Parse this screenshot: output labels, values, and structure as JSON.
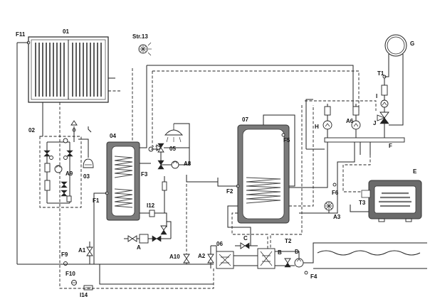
{
  "labels": {
    "f11": "F11",
    "c01": "01",
    "str13": "Str.13",
    "g": "G",
    "t1": "T1",
    "i": "I",
    "c02": "02",
    "a9": "A9",
    "c03": "03",
    "c04": "04",
    "c05": "05",
    "f3": "F3",
    "a8": "A8",
    "c07": "07",
    "f5": "F5",
    "h": "H",
    "a6": "A6",
    "j": "J",
    "f": "F",
    "e": "E",
    "f1": "F1",
    "f2": "F2",
    "f6": "F6",
    "a3": "A3",
    "t3": "T3",
    "i12": "I12",
    "a": "A",
    "a1": "A1",
    "a10": "A10",
    "a2": "A2",
    "c06": "06",
    "c": "C",
    "t2": "T2",
    "b": "B",
    "d": "D",
    "f9": "F9",
    "f10": "F10",
    "f4": "F4",
    "i14": "I14"
  }
}
